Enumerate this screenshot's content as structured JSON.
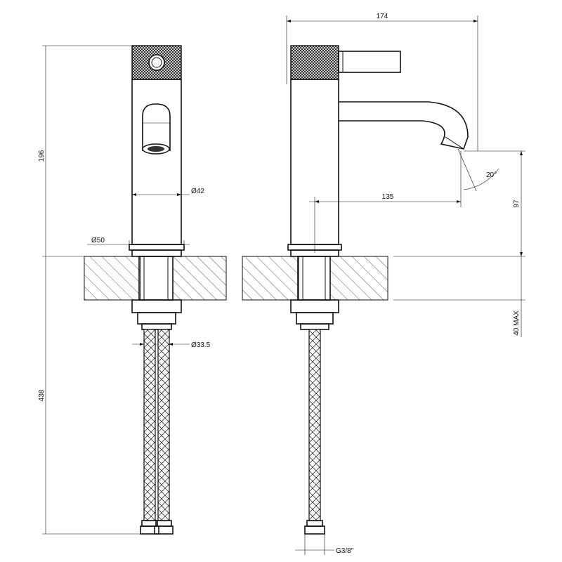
{
  "dimensions": {
    "total_width": "174",
    "total_height_above": "196",
    "total_height_below": "438",
    "body_diameter": "Ø42",
    "base_diameter": "Ø50",
    "hose_diameter": "Ø33.5",
    "spout_reach": "135",
    "spout_height": "97",
    "deck_thickness": "40 MAX",
    "spout_angle": "20°",
    "thread": "G3/8\""
  }
}
